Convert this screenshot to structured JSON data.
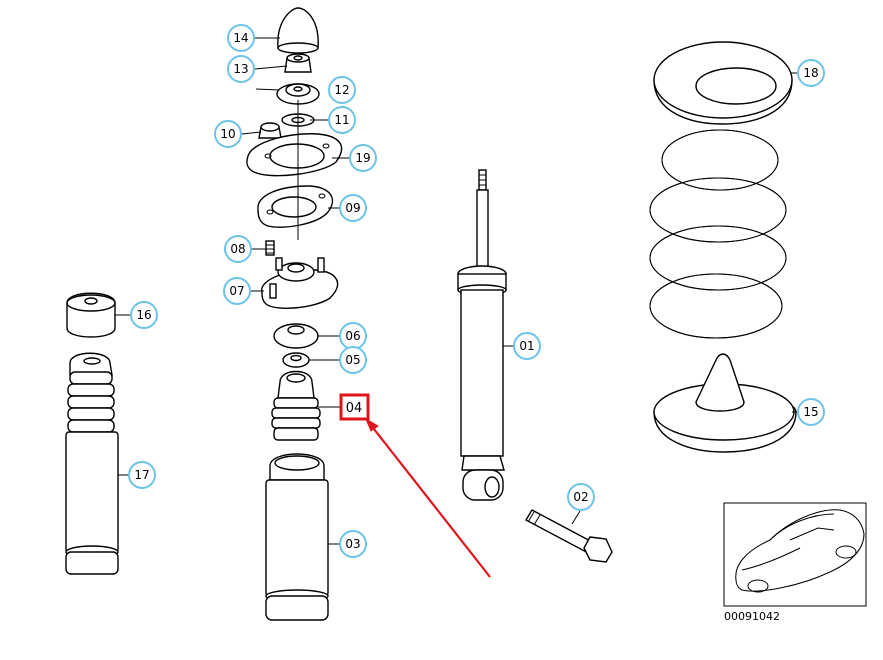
{
  "callouts": {
    "p01": "01",
    "p02": "02",
    "p03": "03",
    "p04": "04",
    "p05": "05",
    "p06": "06",
    "p07": "07",
    "p08": "08",
    "p09": "09",
    "p10": "10",
    "p11": "11",
    "p12": "12",
    "p13": "13",
    "p14": "14",
    "p15": "15",
    "p16": "16",
    "p17": "17",
    "p18": "18",
    "p19": "19"
  },
  "selected_part": "04",
  "document_number": "00091042",
  "colors": {
    "callout_border": "#6ec3e8",
    "highlight": "#e0141b"
  },
  "icons": {
    "vehicle_thumbnail": "car-icon"
  }
}
